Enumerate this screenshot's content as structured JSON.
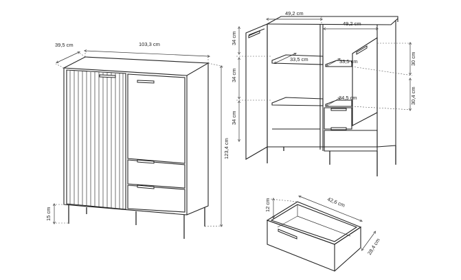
{
  "labels": {
    "left_depth": "39,5 cm",
    "left_width": "103,3 cm",
    "left_height": "123,4 cm",
    "left_leg": "15 cm",
    "right_width_l": "49,2 cm",
    "right_width_r": "49,2 cm",
    "right_h1": "34 cm",
    "right_h2": "34 cm",
    "right_h3": "34 cm",
    "right_shelf1": "33,5 cm",
    "right_shelf2": "33,5 cm",
    "right_shelf3": "34,5 cm",
    "right_h_top": "30 cm",
    "right_h_mid": "30,4 cm",
    "drawer_width": "42,6 cm",
    "drawer_height": "12 cm",
    "drawer_depth": "28,4 cm"
  }
}
